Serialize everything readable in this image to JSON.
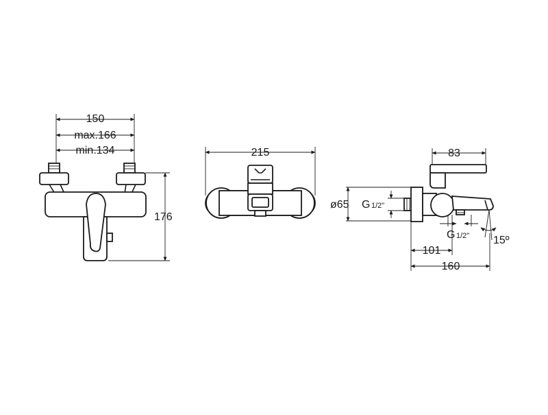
{
  "drawing": {
    "colors": {
      "line": "#1a1a1a",
      "background": "#ffffff"
    },
    "front_view": {
      "width_label": "150",
      "max_label": "max.166",
      "min_label": "min.134",
      "height_label": "176"
    },
    "rear_view": {
      "width_label": "215"
    },
    "side_view": {
      "top_label": "83",
      "diameter_label": "ø65",
      "inlet_thread_label": "G",
      "inlet_fraction_label": "1/2\"",
      "outlet_thread_label": "G",
      "outlet_fraction_label": "1/2\"",
      "angle_label": "15º",
      "depth_label": "101",
      "total_depth_label": "160"
    }
  }
}
